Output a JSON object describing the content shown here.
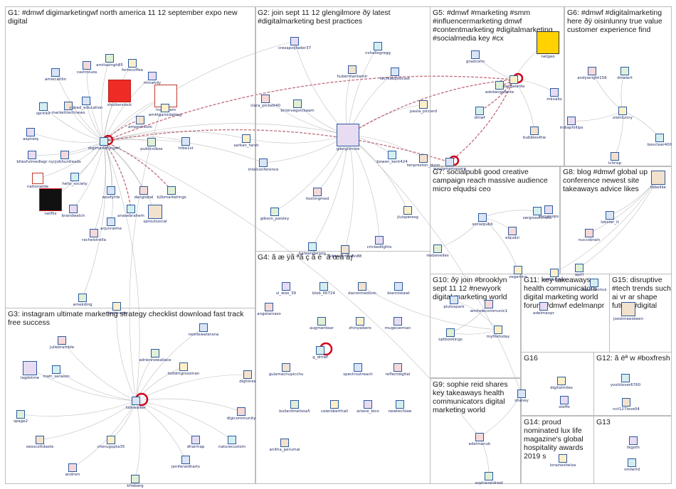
{
  "groups": [
    {
      "id": "G1",
      "title": "G1: #dmwf digimarketingwf north america 11 12 september expo new digital"
    },
    {
      "id": "G2",
      "title": "G2: join sept 11 12 glengilmore ðÿ latest #digitalmarketing best practices"
    },
    {
      "id": "G5",
      "title": "G5: #dmwf #marketing #smm #influencermarketing dmwf #contentmarketing #digitalmarketing #socialmedia key #cx"
    },
    {
      "id": "G6",
      "title": "G6: #dmwf #digitalmarketing here ðÿ oisinlunny true value customer experience find"
    },
    {
      "id": "G7",
      "title": "G7: socialpubli good creative campaign reach massive audience micro elqudsi ceo"
    },
    {
      "id": "G8",
      "title": "G8: blog #dmwf global up conference newest site takeaways advice likes"
    },
    {
      "id": "G4",
      "title": "G4: ã æ ÿã ªã ç ã è ˆã œã ãƒ"
    },
    {
      "id": "G10",
      "title": "G10: ðÿ join #brooklyn sept 11 12 #newyork digital marketing world"
    },
    {
      "id": "G11",
      "title": "G11: key takeaways health communicators digital marketing world forum #dmwf edelmanpr"
    },
    {
      "id": "G15",
      "title": "G15: disruptive #tech trends such ai vr ar shape future #digital"
    },
    {
      "id": "G3",
      "title": "G3: instagram ultimate marketing strategy checklist download fast track free success"
    },
    {
      "id": "G16",
      "title": "G16"
    },
    {
      "id": "G12",
      "title": "G12: ã ëª w #boxfresh"
    },
    {
      "id": "G9",
      "title": "G9: sophie reid shares key takeaways health communicators digital marketing world"
    },
    {
      "id": "G14",
      "title": "G14: proud nominated lux life magazine's global hospitality awards 2019 s"
    },
    {
      "id": "G13",
      "title": "G13"
    }
  ],
  "nodes": {
    "G1": [
      "amiecaitlin",
      "castroluza",
      "amitasingh85",
      "fortocoffee",
      "mmahdy",
      "sprinklr",
      "marketitechnews",
      "cubed_education",
      "shutterstock",
      "instagram",
      "amktgamidablog",
      "aspireiq",
      "digimarketingwf",
      "ampermusic",
      "tribe1st",
      "nycjobhuntleads",
      "publicolbox",
      "sarkan_farsh",
      "bitesfulmedlagr",
      "hello_society",
      "nationwide",
      "woofylrie",
      "danglobal",
      "b2bmarketings",
      "netflix",
      "brandwatch",
      "anasebrahem",
      "sproutsocial",
      "arjunraime",
      "rachelstrella",
      "amekding",
      "moriscope"
    ],
    "G2": [
      "cresapoljfader37",
      "nshallegregg",
      "hubermantamir",
      "techlabpodcast",
      "clara_pickett40",
      "brionvegvickaam",
      "paula_piccard",
      "glengilmore",
      "bowen_kent424",
      "tenpreston_dunn",
      "intelconference",
      "hostingmed",
      "gibson_paisley",
      "jluisperesg",
      "crickedlights",
      "kareanderson",
      "pibbleprhcahn88"
    ],
    "G5": [
      "gradconn",
      "netgeo",
      "askdangalante",
      "dangalante",
      "mkvallo",
      "dmwf",
      "bubbles4tw",
      "waylamemacorp"
    ],
    "G6": [
      "andywright156",
      "dmalert",
      "oisinlunny",
      "indiaphillips",
      "bevclear400",
      "lchrisp"
    ],
    "G7": [
      "socialpubli",
      "elqudsi",
      "rexbevelles",
      "vegamira",
      "socialcops"
    ],
    "G8": [
      "sergiosoltmedi",
      "tobelike",
      "lobster_it",
      "nuccobrain",
      "april",
      "zettitekaiser"
    ],
    "G4": [
      "si_woo_39",
      "blob_00724",
      "danonmedium",
      "biannistawl",
      "angelamaso",
      "augmentear",
      "zhinyalkero",
      "mugecerman",
      "g_dmwf",
      "gulamachupicchu",
      "spectroutreach",
      "reflectdigital",
      "bullardmelissa5",
      "caleroberthall",
      "ariane_bico",
      "newtechlaw",
      "anitha_perumal"
    ],
    "G10": [
      "plutospark",
      "amitelecommunic1",
      "optbookings",
      "myfiletoday"
    ],
    "G11": [
      "edelmanpr",
      "reputationus"
    ],
    "G15": [
      "joostmeesbeen"
    ],
    "G3": [
      "nestlewaterana",
      "juliebramble",
      "adriennewallace",
      "toddmgrossman",
      "lagdotme",
      "matt_sarason",
      "digitines",
      "talkwalker",
      "digicommunity",
      "spage2",
      "cherugupta35",
      "dharmap",
      "naturecustom",
      "seoscottdaste",
      "jeniferaidharts",
      "andrsm",
      "kfreberg"
    ],
    "G16": [
      "digitalmiles",
      "steffo"
    ],
    "G12": [
      "yoshilover6760",
      "nct127love04"
    ],
    "G9": [
      "shaney",
      "edelmanuk",
      "sophiereidreid"
    ],
    "G14": [
      "loraineshelza"
    ],
    "G13": [
      "tkgoth",
      "vmlwrld"
    ]
  },
  "colors": {
    "edge": "#8a8a8a",
    "edge_strong": "#b0485a",
    "node_label": "#1f2b66",
    "box_border": "#bdbdbd"
  }
}
